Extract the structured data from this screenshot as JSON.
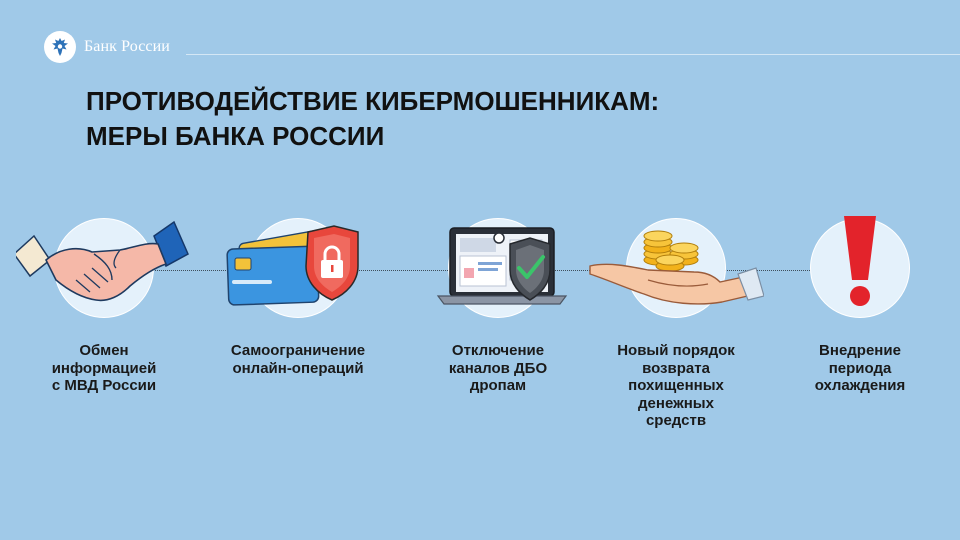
{
  "header": {
    "brand": "Банк России",
    "logo_icon": "eagle-emblem-icon"
  },
  "title": {
    "line1": "ПРОТИВОДЕЙСТВИЕ КИБЕРМОШЕННИКАМ:",
    "line2": "МЕРЫ БАНКА РОССИИ"
  },
  "colors": {
    "background": "#a0c9e8",
    "circle": "#e4f1fb",
    "shield_red": "#e8473c",
    "alert_red": "#e3232b",
    "card_blue": "#3b95e0",
    "coin_gold": "#f2b21b"
  },
  "measures": [
    {
      "label": "Обмен\nинформацией\nс МВД России",
      "icon": "handshake-icon"
    },
    {
      "label": "Самоограничение\nонлайн-операций",
      "icon": "card-lock-shield-icon"
    },
    {
      "label": "Отключение\nканалов ДБО\nдропам",
      "icon": "laptop-shield-check-icon"
    },
    {
      "label": "Новый порядок\nвозврата\nпохищенных\nденежных\nсредств",
      "icon": "hand-coins-icon"
    },
    {
      "label": "Внедрение\nпериода\nохлаждения",
      "icon": "exclamation-icon"
    }
  ]
}
